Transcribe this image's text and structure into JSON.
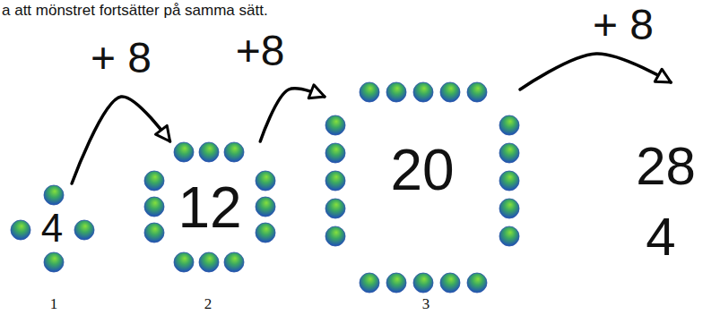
{
  "diagram": {
    "nodes": [
      {
        "text": [
          "4"
        ]
      },
      {
        "text": [
          "12"
        ]
      },
      {
        "text": [
          "20"
        ]
      },
      {
        "text": [
          "28"
        ]
      }
    ],
    "edges": [
      {
        "from": 0,
        "to": 1,
        "label": "+ 8",
        "arrow": "to"
      },
      {
        "from": 1,
        "to": 2,
        "label": "+8",
        "arrow": "to"
      },
      {
        "from": 2,
        "to": 3,
        "label": "+ 8",
        "arrow": "to"
      }
    ],
    "labels": [
      "a att mönstret fortsätter på samma sätt.",
      "1",
      "2",
      "3",
      "4"
    ]
  }
}
